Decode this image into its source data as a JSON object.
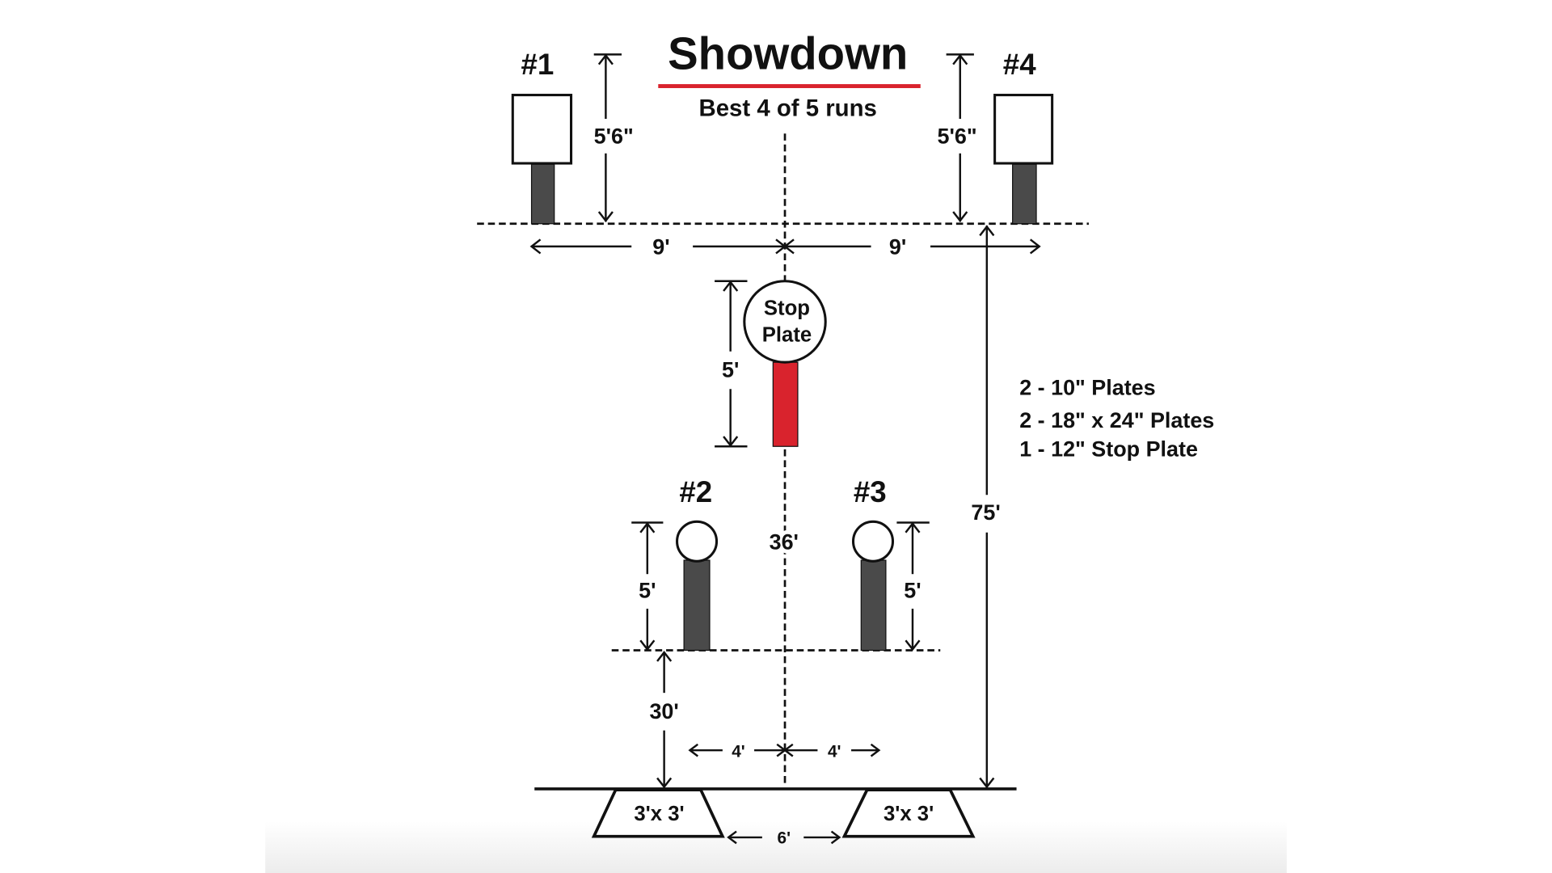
{
  "title": "Showdown",
  "subtitle": "Best 4 of 5 runs",
  "colors": {
    "accent": "#d9232d",
    "post": "#4a4a4a",
    "stroke": "#111111"
  },
  "targets": {
    "t1": {
      "label": "#1",
      "height": "5'6\"",
      "offset": "9'"
    },
    "t4": {
      "label": "#4",
      "height": "5'6\"",
      "offset": "9'"
    },
    "t2": {
      "label": "#2",
      "height": "5'"
    },
    "t3": {
      "label": "#3",
      "height": "5'"
    },
    "stop": {
      "line1": "Stop",
      "line2": "Plate",
      "height": "5'"
    }
  },
  "distances": {
    "total": "75'",
    "middle": "36'",
    "box_to_plates": "30'",
    "left_center": "4'",
    "right_center": "4'",
    "box_gap": "6'"
  },
  "boxes": {
    "left": "3'x 3'",
    "right": "3'x 3'"
  },
  "equipment": [
    "2 - 10\" Plates",
    "2 - 18\" x 24\" Plates",
    "1 - 12\" Stop Plate"
  ]
}
